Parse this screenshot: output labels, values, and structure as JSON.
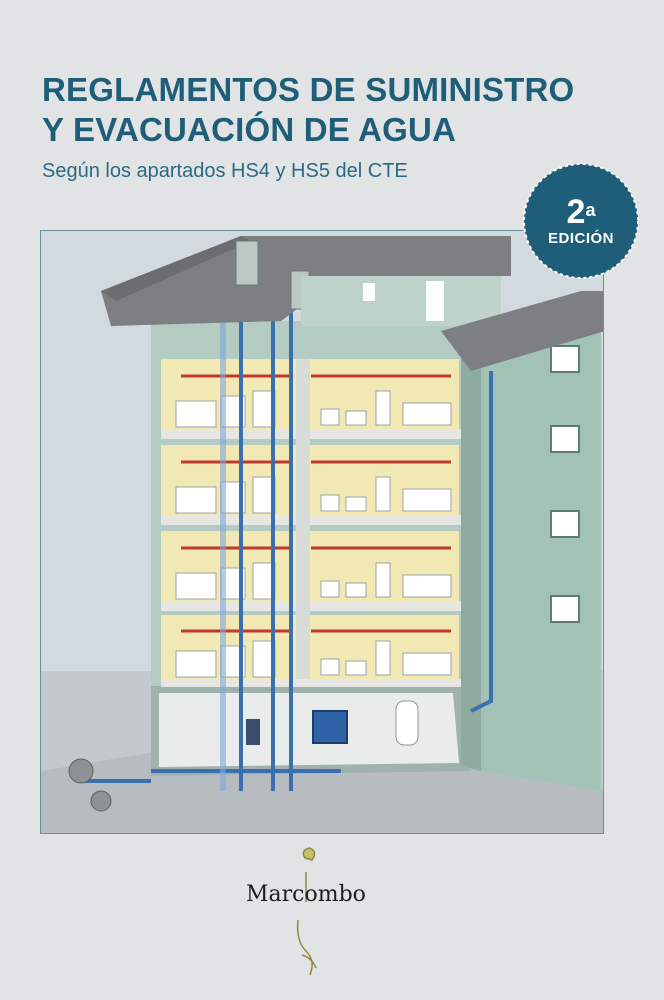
{
  "cover": {
    "title_line1": "REGLAMENTOS DE SUMINISTRO",
    "title_line2": "Y EVACUACIÓN DE AGUA",
    "subtitle": "Según los apartados HS4 y HS5 del CTE",
    "edition_number": "2",
    "edition_superscript": "a",
    "edition_word": "EDICIÓN",
    "publisher": "Marcombo"
  },
  "colors": {
    "background": "#e2e3e5",
    "title": "#1f5e78",
    "badge": "#1f5e78",
    "building_wall": "#a9c4b9",
    "roof": "#7d7f82",
    "cold_water_pipe": "#3a6fb0",
    "hot_water_pipe": "#c0392b",
    "room_interior": "#f2e8b3"
  }
}
